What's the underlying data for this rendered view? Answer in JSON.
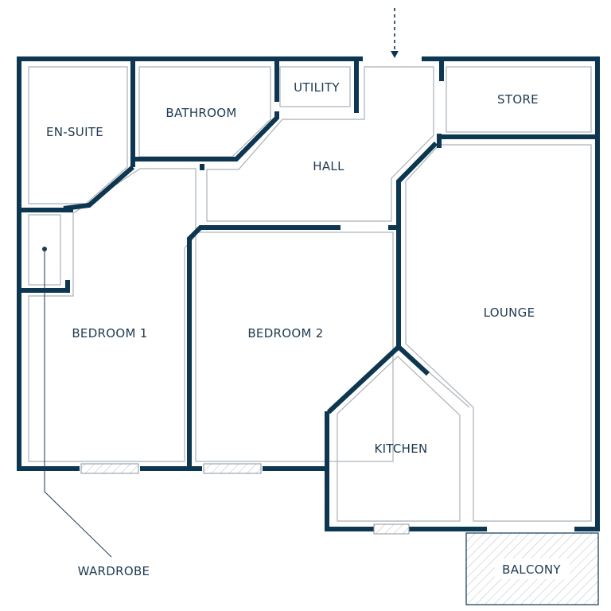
{
  "rooms": {
    "en_suite": "EN-SUITE",
    "bathroom": "BATHROOM",
    "utility": "UTILITY",
    "store": "STORE",
    "hall": "HALL",
    "bedroom1": "BEDROOM 1",
    "bedroom2": "BEDROOM 2",
    "lounge": "LOUNGE",
    "kitchen": "KITCHEN",
    "balcony": "BALCONY"
  },
  "annotations": {
    "wardrobe": "WARDROBE"
  },
  "colors": {
    "wall": "#0d3651",
    "inner_line": "#a9b1b8",
    "text": "#1d3a52"
  }
}
